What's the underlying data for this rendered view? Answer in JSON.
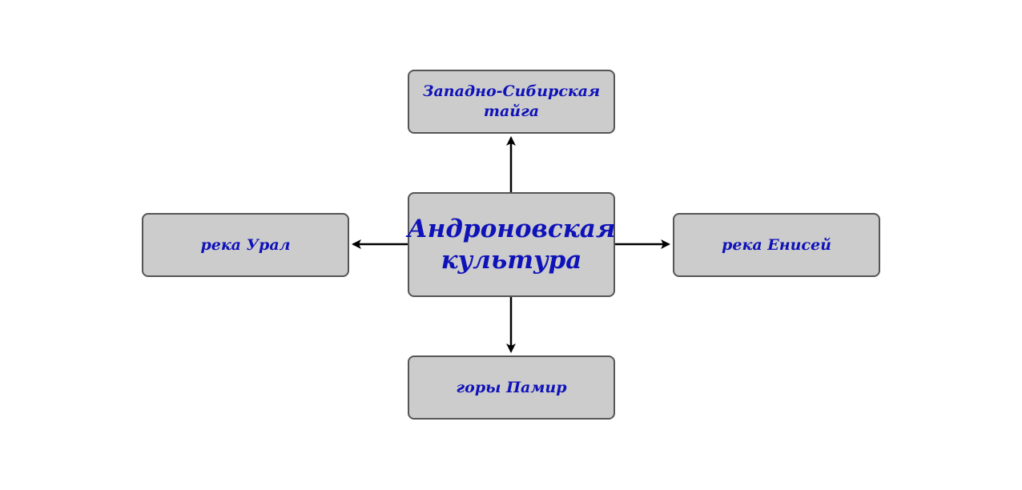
{
  "diagram": {
    "center": {
      "line1": "Андроновская",
      "line2": "культура"
    },
    "nodes": {
      "top": {
        "line1": "Западно-Сибирская",
        "line2": "тайга"
      },
      "left": {
        "label": "река Урал"
      },
      "right": {
        "label": "река Енисей"
      },
      "bottom": {
        "label": "горы Памир"
      }
    },
    "colors": {
      "box_fill": "#cccccc",
      "box_border": "#555555",
      "text": "#0f12b8",
      "arrow": "#000000"
    },
    "edges": [
      {
        "from": "center",
        "to": "top"
      },
      {
        "from": "center",
        "to": "left"
      },
      {
        "from": "center",
        "to": "right"
      },
      {
        "from": "center",
        "to": "bottom"
      }
    ]
  }
}
